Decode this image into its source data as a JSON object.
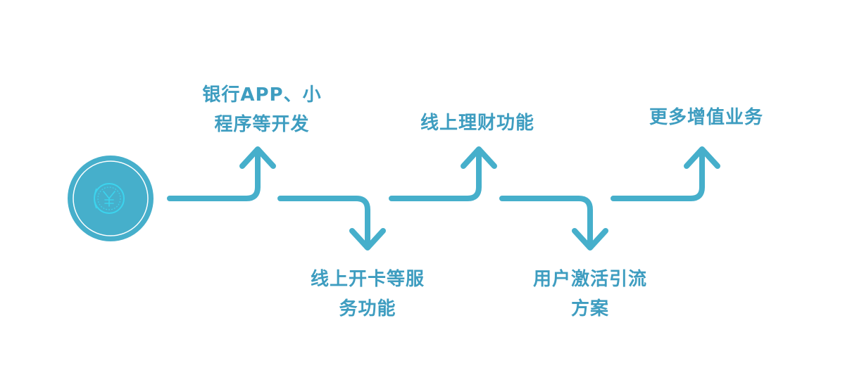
{
  "colors": {
    "primary": "#46AFCB",
    "text": "#3E9DC0",
    "icon_inner": "#3CD4EE"
  },
  "start_icon": "yen-coin-icon",
  "steps": [
    {
      "lines": [
        "银行APP、小",
        "程序等开发"
      ],
      "direction": "up"
    },
    {
      "lines": [
        "线上开卡等服",
        "务功能"
      ],
      "direction": "down"
    },
    {
      "lines": [
        "线上理财功能"
      ],
      "direction": "up"
    },
    {
      "lines": [
        "用户激活引流",
        "方案"
      ],
      "direction": "down"
    },
    {
      "lines": [
        "更多增值业务"
      ],
      "direction": "up"
    }
  ]
}
